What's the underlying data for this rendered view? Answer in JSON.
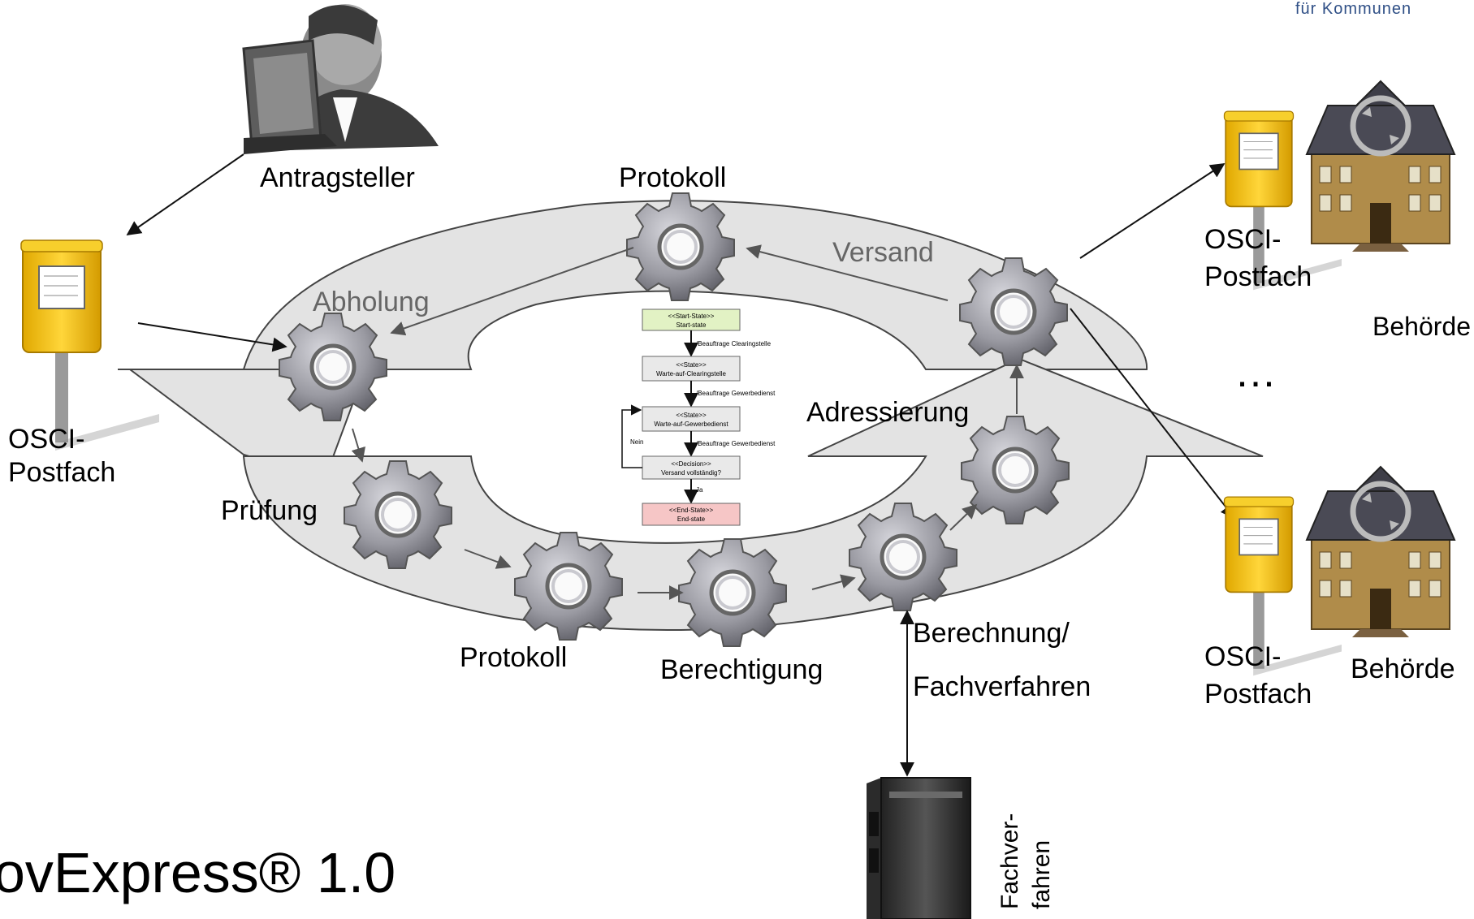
{
  "header": {
    "brand_sub": "für Kommunen"
  },
  "title": "ovExpress® 1.0",
  "labels": {
    "antragsteller": "Antragsteller",
    "protokoll_top": "Protokoll",
    "versand": "Versand",
    "abholung": "Abholung",
    "adressierung": "Adressierung",
    "pruefung": "Prüfung",
    "protokoll_bottom": "Protokoll",
    "berechtigung": "Berechtigung",
    "berechnung": "Berechnung/",
    "fachverfahren": "Fachverfahren",
    "fachverfahren_server_1": "Fachver-",
    "fachverfahren_server_2": "fahren",
    "osci_left_1": "OSCI-",
    "osci_left_2": "Postfach",
    "osci_top_1": "OSCI-",
    "osci_top_2": "Postfach",
    "osci_bottom_1": "OSCI-",
    "osci_bottom_2": "Postfach",
    "behoerde_top": "Behörde",
    "behoerde_bottom": "Behörde",
    "ellipsis": "…"
  },
  "state_chart": {
    "states": [
      {
        "stereo": "<<Start-State>>",
        "name": "Start-state",
        "color": "#e2f2c4"
      },
      {
        "stereo": "<<State>>",
        "name": "Warte-auf-Clearingstelle",
        "color": "#e9e9e9"
      },
      {
        "stereo": "<<State>>",
        "name": "Warte-auf-Gewerbedienst",
        "color": "#e9e9e9"
      },
      {
        "stereo": "<<Decision>>",
        "name": "Versand vollständig?",
        "color": "#e9e9e9"
      },
      {
        "stereo": "<<End-State>>",
        "name": "End-state",
        "color": "#f6c6c6"
      }
    ],
    "transitions": [
      "/Beauftrage Clearingstelle",
      "/Beauftrage Gewerbedienst",
      "/Beauftrage Gewerbedienst",
      "Ja"
    ],
    "loop_label": "Nein"
  },
  "colors": {
    "ring_fill": "#e3e3e3",
    "ring_stroke": "#444444",
    "gear": "#9a9aa2",
    "mailbox": "#f2c21b",
    "building": "#8a7040",
    "roof": "#4a4a55"
  }
}
